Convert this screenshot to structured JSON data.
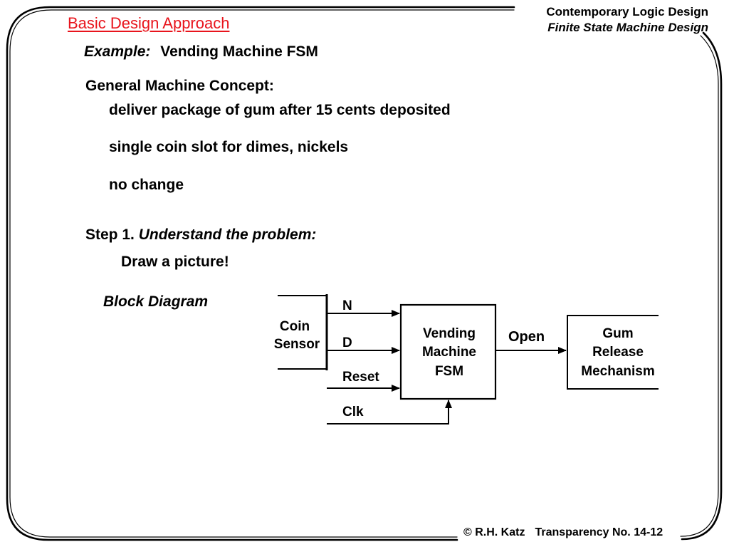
{
  "header": {
    "title": "Basic Design Approach",
    "book": "Contemporary Logic Design",
    "chapter": "Finite State Machine Design"
  },
  "example": {
    "label": "Example:",
    "text": "Vending Machine FSM"
  },
  "concept": {
    "heading": "General Machine Concept:",
    "items": [
      "deliver package of gum after 15 cents deposited",
      "single coin slot for dimes, nickels",
      "no change"
    ]
  },
  "step": {
    "number": "Step 1.",
    "text": "Understand the problem:",
    "sub": "Draw a picture!"
  },
  "diagram": {
    "label": "Block Diagram",
    "coin_sensor": [
      "Coin",
      "Sensor"
    ],
    "inputs": [
      "N",
      "D",
      "Reset",
      "Clk"
    ],
    "fsm": [
      "Vending",
      "Machine",
      "FSM"
    ],
    "output": "Open",
    "gum": [
      "Gum",
      "Release",
      "Mechanism"
    ]
  },
  "footer": {
    "copyright": "© R.H. Katz",
    "transparency": "Transparency No. 14-12"
  },
  "colors": {
    "title": "#e8141c",
    "text": "#000000"
  }
}
